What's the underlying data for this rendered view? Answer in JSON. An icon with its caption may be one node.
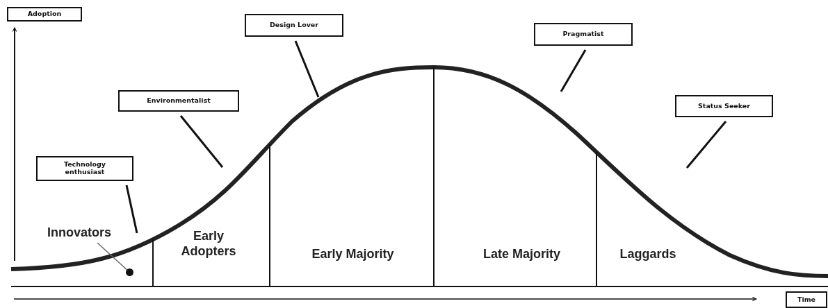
{
  "diagram": {
    "nodes": [
      {
        "text": [
          "Adoption"
        ]
      },
      {
        "text": [
          "Technology enthusiast"
        ]
      },
      {
        "text": [
          "Environmentalist"
        ]
      },
      {
        "text": [
          "Design Lover"
        ]
      },
      {
        "text": [
          "Pragmatist"
        ]
      },
      {
        "text": [
          "Status Seeker"
        ]
      },
      {
        "text": [
          "Innovators"
        ]
      },
      {
        "text": [],
        "shape": "circle"
      },
      {
        "text": [
          "Time"
        ]
      }
    ],
    "edges": [
      {
        "from": 1,
        "to": null,
        "arrow": "none"
      },
      {
        "from": 2,
        "to": null,
        "arrow": "none"
      },
      {
        "from": 3,
        "to": null,
        "arrow": "none"
      },
      {
        "from": 4,
        "to": null,
        "arrow": "none"
      },
      {
        "from": 5,
        "to": null,
        "arrow": "none"
      },
      {
        "from": 6,
        "to": 7,
        "arrow": "none",
        "color": "#666666"
      }
    ],
    "labels": [
      "Early Adopters",
      "Early Majority",
      "Late Majority",
      "Laggards"
    ]
  }
}
